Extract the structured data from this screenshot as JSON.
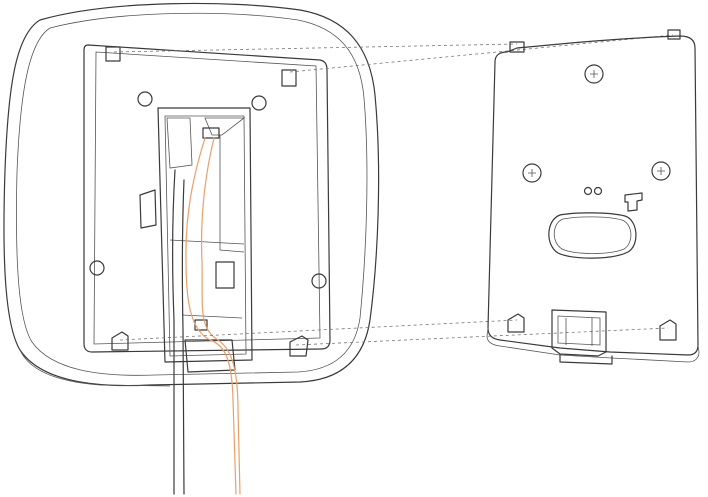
{
  "diagram": {
    "description_labels": {
      "terminal_label_top": "",
      "terminal_label_bottom": ""
    },
    "colors": {
      "line": "#3a3a3a",
      "signal_wire": "#e8a06a",
      "cable": "#3a3a3a",
      "background": "#ffffff"
    },
    "components": [
      "device-housing-back",
      "wall-mounting-plate",
      "signal-cable",
      "power-cable"
    ]
  }
}
